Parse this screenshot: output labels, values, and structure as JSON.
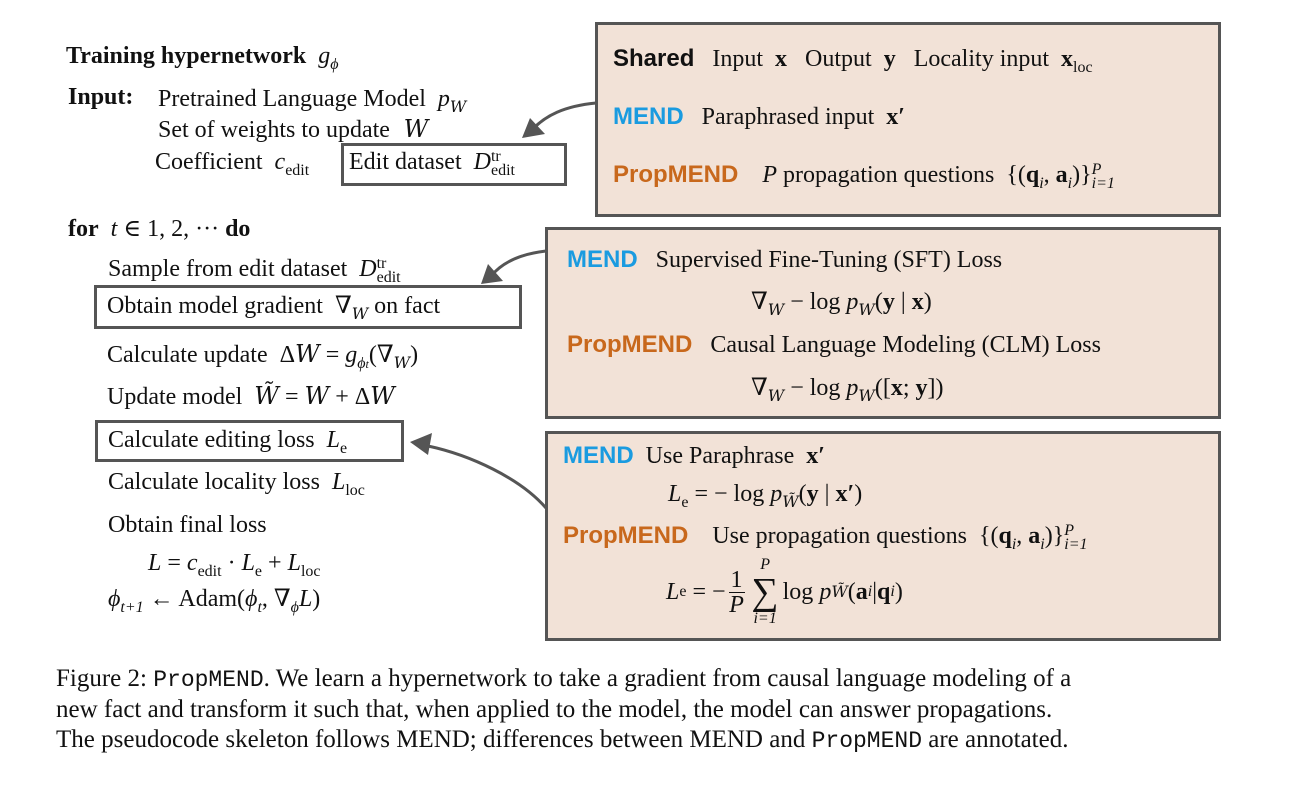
{
  "left": {
    "title": "Training hypernetwork",
    "input_label": "Input:",
    "input_model": "Pretrained Language Model",
    "input_weights": "Set of weights to update",
    "input_coeff": "Coefficient",
    "input_dataset": "Edit dataset",
    "loop_for": "for",
    "loop_range": "1, 2, ···",
    "loop_do": "do",
    "step_sample": "Sample from edit dataset",
    "step_gradient": "Obtain model gradient",
    "step_gradient_tail": "on fact",
    "step_update": "Calculate update",
    "step_update_model": "Update model",
    "step_edit_loss": "Calculate editing loss",
    "step_loc_loss": "Calculate locality loss",
    "step_final": "Obtain final loss",
    "step_adam": "Adam"
  },
  "panel_top": {
    "shared_tag": "Shared",
    "shared_input": "Input",
    "shared_output": "Output",
    "shared_locality": "Locality input",
    "mend_tag": "MEND",
    "mend_text": "Paraphrased input",
    "prop_tag": "PropMEND",
    "prop_text": "propagation questions"
  },
  "panel_mid": {
    "mend_tag": "MEND",
    "mend_text": "Supervised Fine-Tuning (SFT) Loss",
    "prop_tag": "PropMEND",
    "prop_text": "Causal Language Modeling (CLM) Loss"
  },
  "panel_bot": {
    "mend_tag": "MEND",
    "mend_text": "Use Paraphrase",
    "prop_tag": "PropMEND",
    "prop_text": "Use propagation questions"
  },
  "caption": {
    "prefix": "Figure 2:",
    "name": "PropMEND",
    "line1": ". We learn a hypernetwork to take a gradient from causal language modeling of a",
    "line2": "new fact and transform it such that, when applied to the model, the model can answer propagations.",
    "line3a": "The pseudocode skeleton follows MEND; differences between MEND and ",
    "line3b": "PropMEND",
    "line3c": " are annotated."
  },
  "colors": {
    "mend": "#1a9be0",
    "propmend": "#c8681c",
    "panel_bg": "#f2e2d7",
    "border": "#555555"
  }
}
